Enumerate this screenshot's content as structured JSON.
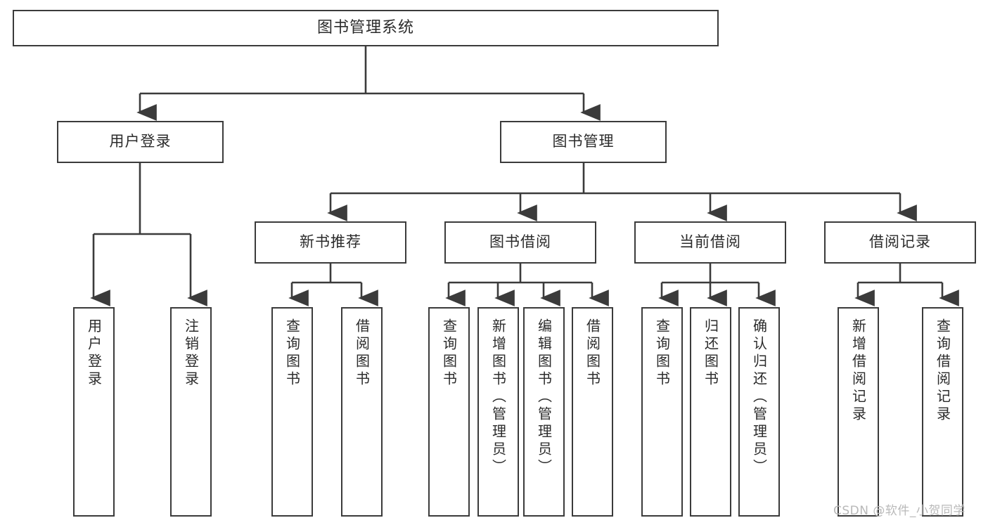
{
  "diagram": {
    "title": "图书管理系统",
    "type": "tree-hierarchy",
    "orientation": "top-down",
    "line_color": "#3b3b3b",
    "box_fill": "#ffffff",
    "text_color": "#2b2b2b"
  },
  "root": {
    "label": "图书管理系统"
  },
  "level2": [
    {
      "label": "用户登录"
    },
    {
      "label": "图书管理"
    }
  ],
  "level3": [
    {
      "label": "新书推荐"
    },
    {
      "label": "图书借阅"
    },
    {
      "label": "当前借阅"
    },
    {
      "label": "借阅记录"
    }
  ],
  "leaves": {
    "user_login": [
      {
        "label": "用户登录"
      },
      {
        "label": "注销登录"
      }
    ],
    "new_book": [
      {
        "label": "查询图书"
      },
      {
        "label": "借阅图书"
      }
    ],
    "book_borrow": [
      {
        "label": "查询图书"
      },
      {
        "label": "新增图书（管理员）"
      },
      {
        "label": "编辑图书（管理员）"
      },
      {
        "label": "借阅图书"
      }
    ],
    "current_borrow": [
      {
        "label": "查询图书"
      },
      {
        "label": "归还图书"
      },
      {
        "label": "确认归还（管理员）"
      }
    ],
    "borrow_record": [
      {
        "label": "新增借阅记录"
      },
      {
        "label": "查询借阅记录"
      }
    ]
  },
  "watermark": {
    "text": "CSDN @软件_小贺同学"
  }
}
